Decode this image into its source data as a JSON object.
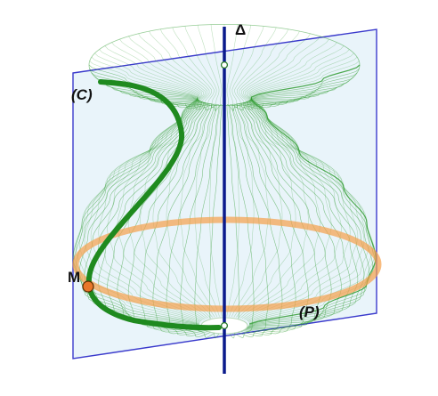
{
  "labels": {
    "axis": "Δ",
    "curve": "(C)",
    "point": "M",
    "plane": "(P)"
  },
  "colors": {
    "background": "#ffffff",
    "surface_mesh": "#2e9b2e",
    "curve": "#1f8a1f",
    "axis": "#0a1a8c",
    "plane_fill": "#cfe6f5",
    "plane_edge": "#3a3acc",
    "circle": "#f5a04a",
    "point": "#e8762a",
    "label_text": "#111111"
  }
}
